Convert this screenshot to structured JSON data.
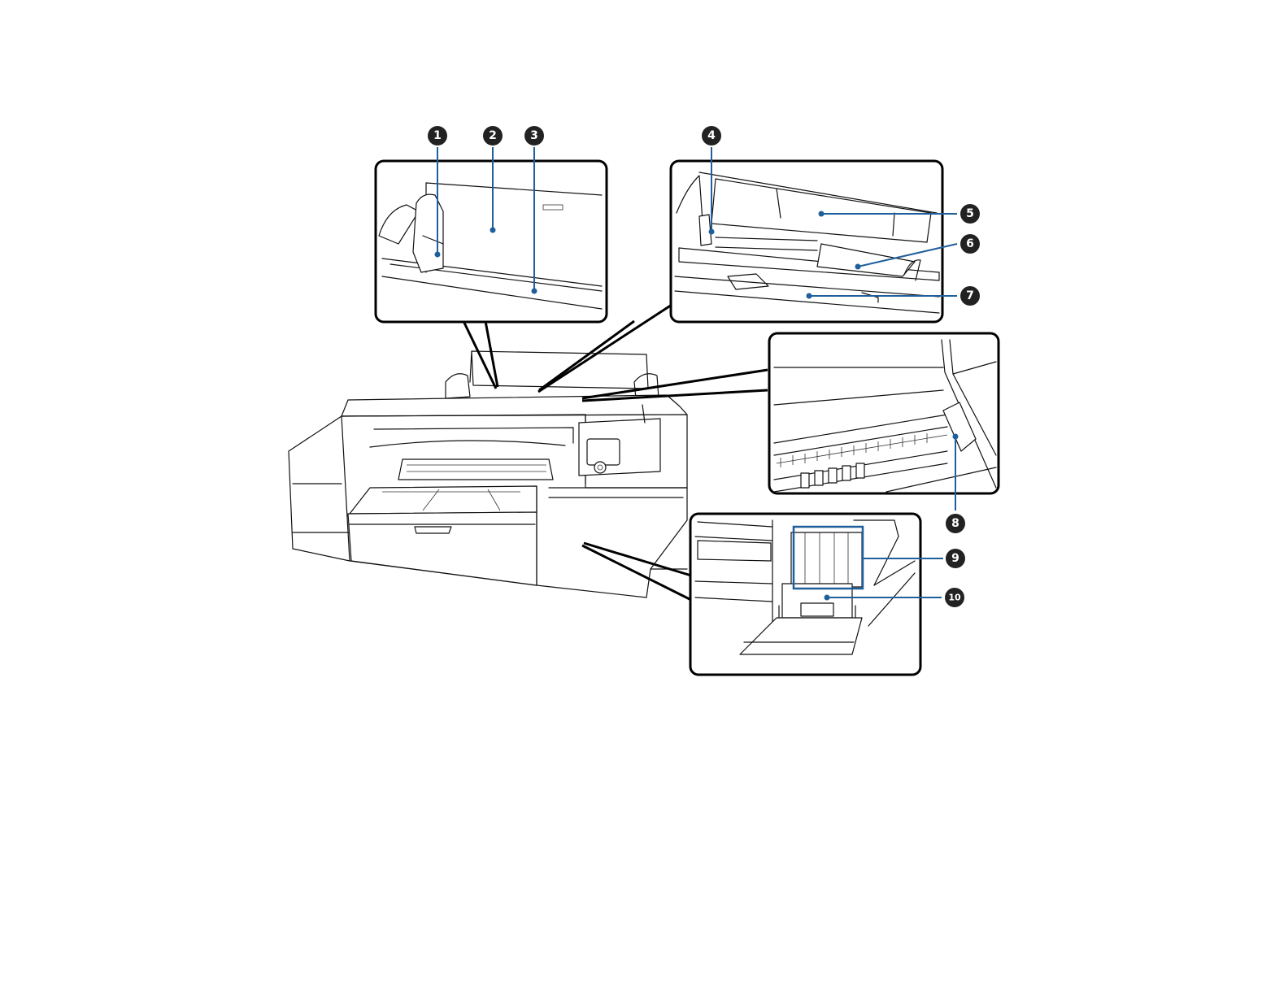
{
  "callouts": [
    {
      "id": 1,
      "label": "1"
    },
    {
      "id": 2,
      "label": "2"
    },
    {
      "id": 3,
      "label": "3"
    },
    {
      "id": 4,
      "label": "4"
    },
    {
      "id": 5,
      "label": "5"
    },
    {
      "id": 6,
      "label": "6"
    },
    {
      "id": 7,
      "label": "7"
    },
    {
      "id": 8,
      "label": "8"
    },
    {
      "id": 9,
      "label": "9"
    },
    {
      "id": 10,
      "label": "10"
    }
  ],
  "colors": {
    "leader": "#1f5f9b",
    "badge": "#222222",
    "outline": "#111111"
  }
}
